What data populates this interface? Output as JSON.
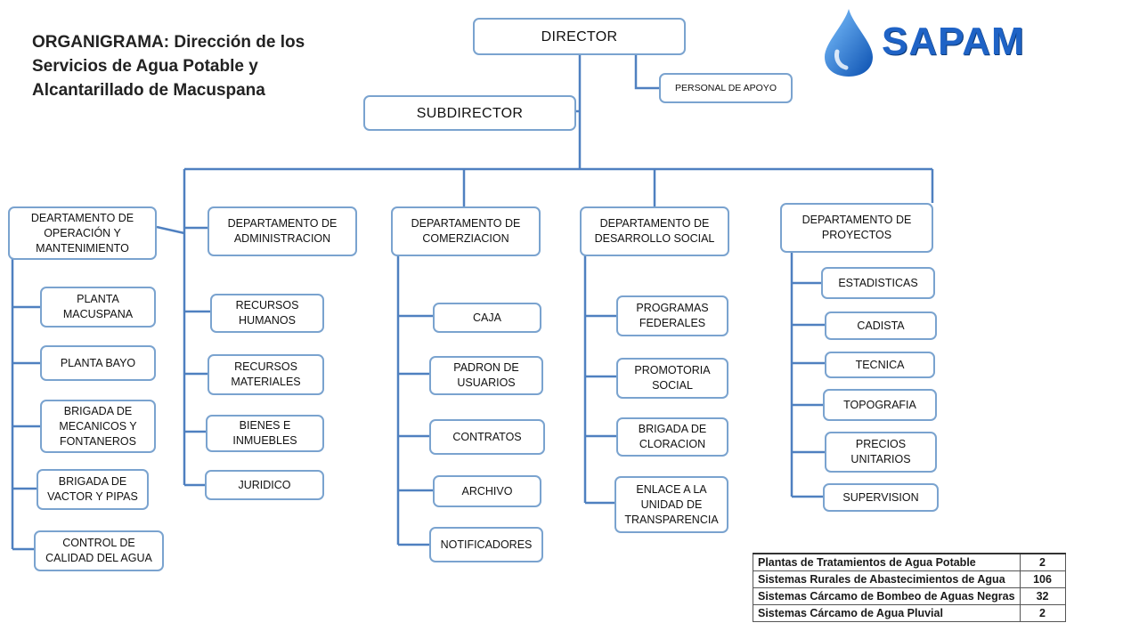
{
  "title": "ORGANIGRAMA: Dirección de los Servicios de Agua Potable y Alcantarillado  de Macuspana",
  "logo": {
    "text": "SAPAM",
    "color": "#1f63c6"
  },
  "line_color": "#4f80c0",
  "box_border_color": "#7aa3cf",
  "top": {
    "director": "DIRECTOR",
    "personal_apoyo": "PERSONAL DE APOYO",
    "subdirector": "SUBDIRECTOR"
  },
  "departments": {
    "operacion": {
      "label": "DEARTAMENTO DE\nOPERACIÓN Y\nMANTENIMIENTO",
      "units": [
        "PLANTA\nMACUSPANA",
        "PLANTA BAYO",
        "BRIGADA DE\nMECANICOS Y\nFONTANEROS",
        "BRIGADA DE\nVACTOR Y PIPAS",
        "CONTROL DE\nCALIDAD DEL AGUA"
      ]
    },
    "administracion": {
      "label": "DEPARTAMENTO DE\nADMINISTRACION",
      "units": [
        "RECURSOS\nHUMANOS",
        "RECURSOS\nMATERIALES",
        "BIENES E\nINMUEBLES",
        "JURIDICO"
      ]
    },
    "comerzializacion": {
      "label": "DEPARTAMENTO DE\nCOMERZIACION",
      "units": [
        "CAJA",
        "PADRON DE\nUSUARIOS",
        "CONTRATOS",
        "ARCHIVO",
        "NOTIFICADORES"
      ]
    },
    "desarrollo": {
      "label": "DEPARTAMENTO DE\nDESARROLLO SOCIAL",
      "units": [
        "PROGRAMAS\nFEDERALES",
        "PROMOTORIA\nSOCIAL",
        "BRIGADA DE\nCLORACION",
        "ENLACE A LA\nUNIDAD DE\nTRANSPARENCIA"
      ]
    },
    "proyectos": {
      "label": "DEPARTAMENTO DE\nPROYECTOS",
      "units": [
        "ESTADISTICAS",
        "CADISTA",
        "TECNICA",
        "TOPOGRAFIA",
        "PRECIOS\nUNITARIOS",
        "SUPERVISION"
      ]
    }
  },
  "stats_table": [
    {
      "label": "Plantas de Tratamientos de Agua Potable",
      "value": "2"
    },
    {
      "label": "Sistemas Rurales de Abastecimientos de Agua",
      "value": "106"
    },
    {
      "label": "Sistemas Cárcamo de Bombeo de Aguas Negras",
      "value": "32"
    },
    {
      "label": "Sistemas Cárcamo de Agua Pluvial",
      "value": "2"
    }
  ]
}
